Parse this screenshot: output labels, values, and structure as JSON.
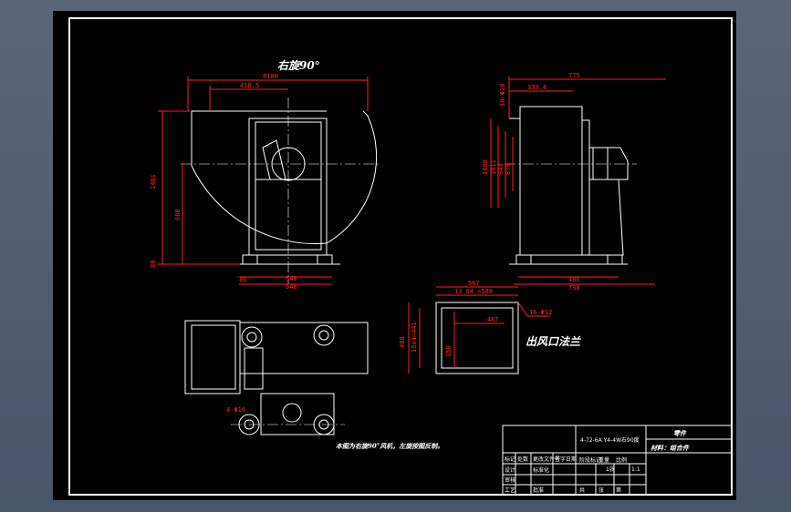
{
  "colors": {
    "frame": "#ffffff",
    "dimension": "#ff2a2a",
    "background": "#000000"
  },
  "front_view": {
    "title": "右旋90°",
    "dims": {
      "top_overall": "8100",
      "top_half": "418.5",
      "height_total": "1481",
      "height_center": "668",
      "height_base": "80",
      "base_left": "ʼ86",
      "base_inner": "640",
      "base_outer": "646"
    }
  },
  "side_view": {
    "dims": {
      "top_overall": "775",
      "top_inner": "339.4",
      "bolt_note": "10-Φ10",
      "h1": "1080",
      "h2": "1011",
      "h3": "943",
      "h4": "870",
      "base_inner": "486",
      "base_outer": "738"
    }
  },
  "flange_view": {
    "title": "出风口法兰",
    "dims": {
      "top_overall": "567",
      "top_inner": "13 84 =588",
      "left_outer": "408",
      "left_inner": "16x4=441",
      "inner_w": "467",
      "inner_h": "358",
      "bolt_note": "16-Φ12"
    }
  },
  "plan_view": {
    "bolt_note": "4-Φ16"
  },
  "note": "本图为右旋90°风机，左旋按图反制。",
  "title_block": {
    "drawing_name": "4-72-6A Y4-4W右90度",
    "part": "零件",
    "material": "材料：组合件",
    "sheet_info": "1张",
    "scale": "1:1",
    "rows": [
      "标记",
      "处数",
      "更改文件号",
      "签字",
      "日期",
      "设计",
      "审核",
      "工艺",
      "标准化",
      "批准",
      "阶段标记",
      "重量",
      "比例",
      "共",
      "张",
      "第"
    ]
  }
}
